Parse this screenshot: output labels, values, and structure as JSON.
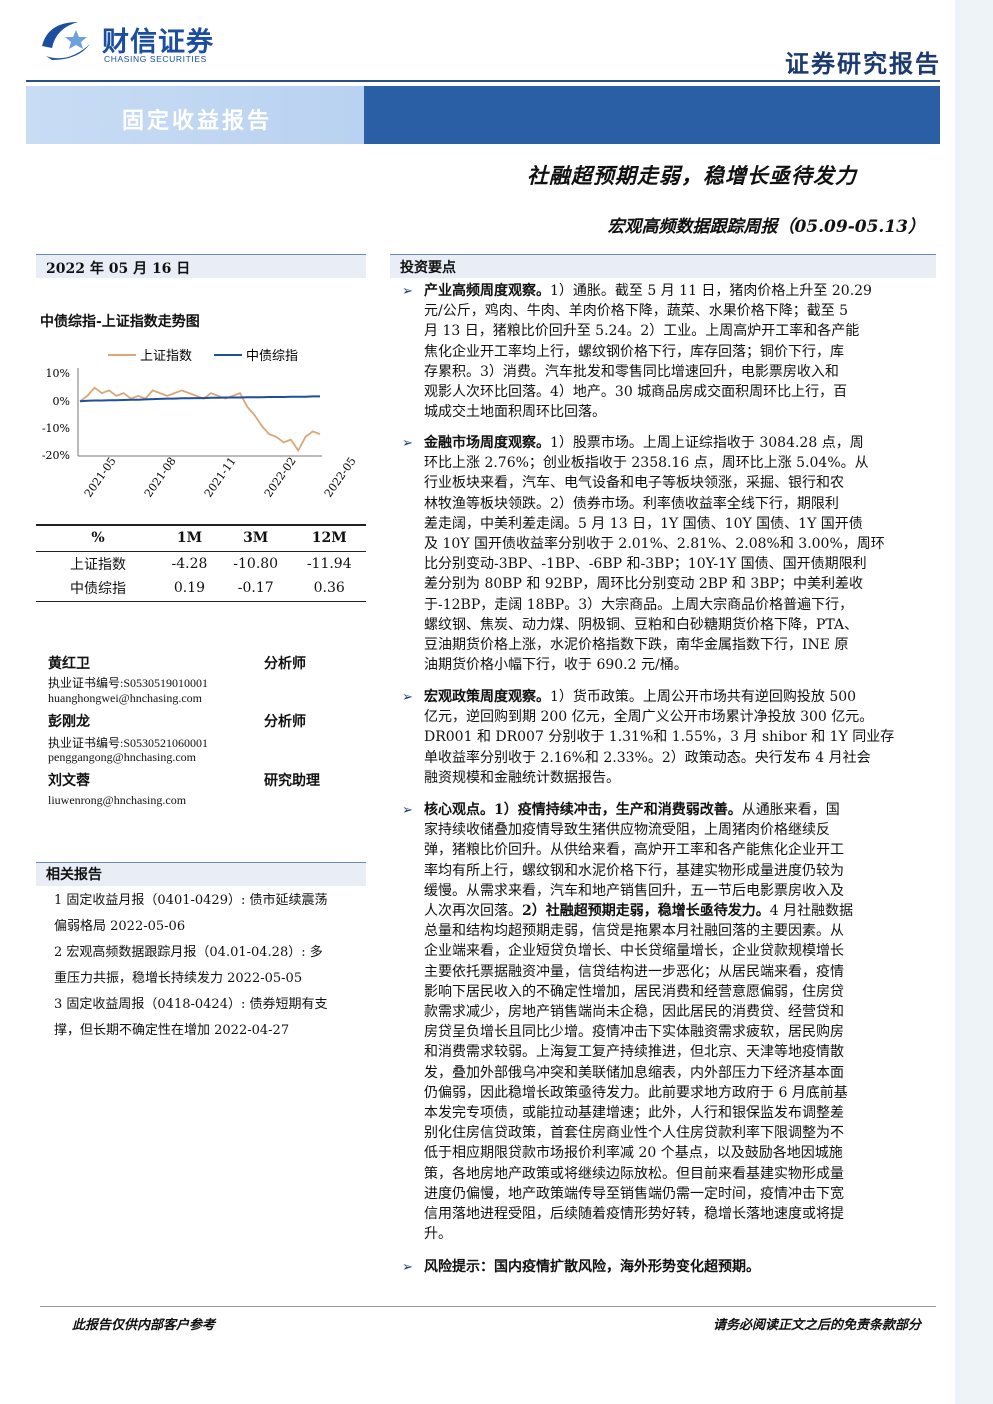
{
  "header": {
    "logo_cn": "财信证券",
    "logo_en": "CHASING SECURITIES",
    "report_type": "证券研究报告",
    "banner": "固定收益报告"
  },
  "title": "社融超预期走弱，稳增长亟待发力",
  "subtitle": "宏观高频数据跟踪周报（05.09-05.13）",
  "date": "2022 年 05 月 16 日",
  "colors": {
    "brand": "#1b4ea0",
    "banner_dark": "#2a5fa6",
    "banner_light": "#c8dcf4",
    "sse": "#d9a77a",
    "cbond": "#1f4e9c"
  },
  "chart_data": {
    "type": "line",
    "title": "中债综指-上证指数走势图",
    "x": [
      "2021-05",
      "2021-08",
      "2021-11",
      "2022-02",
      "2022-05"
    ],
    "yticks": [
      "10%",
      "0%",
      "-10%",
      "-20%"
    ],
    "ylim": [
      -20,
      10
    ],
    "series": [
      {
        "name": "上证指数",
        "values": [
          0,
          2,
          5,
          3,
          4,
          2,
          3,
          1,
          2,
          1,
          4,
          3,
          2,
          3,
          4,
          3,
          2,
          1,
          3,
          2,
          1,
          2,
          3,
          -2,
          -5,
          -9,
          -12,
          -13,
          -15,
          -14,
          -18,
          -13,
          -11,
          -12
        ]
      },
      {
        "name": "中债综指",
        "values": [
          0,
          0.2,
          0.3,
          0.3,
          0.4,
          0.4,
          0.5,
          0.6,
          0.6,
          0.7,
          0.8,
          0.9,
          1,
          1,
          1.1,
          1.1,
          1.2,
          1.2,
          1.3,
          1.3,
          1.4,
          1.4,
          1.4,
          1.5,
          1.5,
          1.5,
          1.6,
          1.6,
          1.6,
          1.7,
          1.7,
          1.7,
          1.8,
          1.8
        ]
      }
    ]
  },
  "perf_table": {
    "headers": [
      "%",
      "1M",
      "3M",
      "12M"
    ],
    "rows": [
      [
        "上证指数",
        "-4.28",
        "-10.80",
        "-11.94"
      ],
      [
        "中债综指",
        "0.19",
        "-0.17",
        "0.36"
      ]
    ]
  },
  "analysts": [
    {
      "name": "黄红卫",
      "role": "分析师",
      "cert": "执业证书编号:S0530519010001",
      "email": "huanghongwei@hnchasing.com"
    },
    {
      "name": "彭刚龙",
      "role": "分析师",
      "cert": "执业证书编号:S0530521060001",
      "email": "penggangong@hnchasing.com"
    },
    {
      "name": "刘文蓉",
      "role": "研究助理",
      "email": "liuwenrong@hnchasing.com"
    }
  ],
  "related": {
    "title": "相关报告",
    "items": [
      [
        "1 固定收益月报（0401-0429）: 债市延续震荡",
        "偏弱格局 2022-05-06"
      ],
      [
        "2 宏观高频数据跟踪月报（04.01-04.28）: 多",
        "重压力共振，稳增长持续发力 2022-05-05"
      ],
      [
        "3 固定收益周报（0418-0424）: 债券短期有支",
        "撑，但长期不确定性在增加 2022-04-27"
      ]
    ]
  },
  "investment": {
    "title": "投资要点",
    "bullet": "➢",
    "p1_head": "产业高频周度观察。",
    "p1_lines": [
      "1）通胀。截至 5 月 11 日，猪肉价格上升至 20.29",
      "元/公斤，鸡肉、牛肉、羊肉价格下降，蔬菜、水果价格下降；截至 5",
      "月 13 日，猪粮比价回升至 5.24。2）工业。上周高炉开工率和各产能",
      "焦化企业开工率均上行，螺纹钢价格下行，库存回落；铜价下行，库",
      "存累积。3）消费。汽车批发和零售同比增速回升，电影票房收入和",
      "观影人次环比回落。4）地产。30 城商品房成交面积周环比上行，百",
      "城成交土地面积周环比回落。"
    ],
    "p2_head": "金融市场周度观察。",
    "p2_lines": [
      "1）股票市场。上周上证综指收于 3084.28 点，周",
      "环比上涨 2.76%；创业板指收于 2358.16 点，周环比上涨 5.04%。从",
      "行业板块来看，汽车、电气设备和电子等板块领涨，采掘、银行和农",
      "林牧渔等板块领跌。2）债券市场。利率债收益率全线下行，期限利",
      "差走阔，中美利差走阔。5 月 13 日，1Y 国债、10Y 国债、1Y 国开债",
      "及 10Y 国开债收益率分别收于 2.01%、2.81%、2.08%和 3.00%，周环",
      "比分别变动-3BP、-1BP、-6BP 和-3BP；10Y-1Y 国债、国开债期限利",
      "差分别为 80BP 和 92BP，周环比分别变动 2BP 和 3BP；中美利差收",
      "于-12BP，走阔 18BP。3）大宗商品。上周大宗商品价格普遍下行，",
      "螺纹钢、焦炭、动力煤、阴极铜、豆粕和白砂糖期货价格下降，PTA、",
      "豆油期货价格上涨，水泥价格指数下跌，南华金属指数下行，INE 原",
      "油期货价格小幅下行，收于 690.2 元/桶。"
    ],
    "p3_head": "宏观政策周度观察。",
    "p3_lines": [
      "1）货币政策。上周公开市场共有逆回购投放 500",
      "亿元，逆回购到期 200 亿元，全周广义公开市场累计净投放 300 亿元。",
      "DR001 和 DR007 分别收于 1.31%和 1.55%，3 月 shibor 和 1Y 同业存",
      "单收益率分别收于 2.16%和 2.33%。2）政策动态。央行发布 4 月社会",
      "融资规模和金融统计数据报告。"
    ],
    "p4_head": "核心观点。1）疫情持续冲击，生产和消费弱改善。",
    "p4_line1_rest": "从通胀来看，国",
    "p4_lines_a": [
      "家持续收储叠加疫情导致生猪供应物流受阻，上周猪肉价格继续反",
      "弹，猪粮比价回升。从供给来看，高炉开工率和各产能焦化企业开工",
      "率均有所上行，螺纹钢和水泥价格下行，基建实物形成量进度仍较为",
      "缓慢。从需求来看，汽车和地产销售回升，五一节后电影票房收入及"
    ],
    "p4_mid_pre": "人次再次回落。",
    "p4_mid_bold": "2）社融超预期走弱，稳增长亟待发力。",
    "p4_mid_post": "4 月社融数据",
    "p4_lines_b": [
      "总量和结构均超预期走弱，信贷是拖累本月社融回落的主要因素。从",
      "企业端来看，企业短贷负增长、中长贷缩量增长，企业贷款规模增长",
      "主要依托票据融资冲量，信贷结构进一步恶化；从居民端来看，疫情",
      "影响下居民收入的不确定性增加，居民消费和经营意愿偏弱，住房贷",
      "款需求减少，房地产销售端尚未企稳，因此居民的消费贷、经营贷和",
      "房贷呈负增长且同比少增。疫情冲击下实体融资需求疲软，居民购房",
      "和消费需求较弱。上海复工复产持续推进，但北京、天津等地疫情散",
      "发，叠加外部俄乌冲突和美联储加息缩表，内外部压力下经济基本面",
      "仍偏弱，因此稳增长政策亟待发力。此前要求地方政府于 6 月底前基",
      "本发完专项债，或能拉动基建增速；此外，人行和银保监发布调整差",
      "别化住房信贷政策，首套住房商业性个人住房贷款利率下限调整为不",
      "低于相应期限贷款市场报价利率减 20 个基点，以及鼓励各地因城施",
      "策，各地房地产政策或将继续边际放松。但目前来看基建实物形成量",
      "进度仍偏慢，地产政策端传导至销售端仍需一定时间，疫情冲击下宽",
      "信用落地进程受阻，后续随着疫情形势好转，稳增长落地速度或将提",
      "升。"
    ],
    "p5": "风险提示：国内疫情扩散风险，海外形势变化超预期。"
  },
  "footer": {
    "left": "此报告仅供内部客户参考",
    "right": "请务必阅读正文之后的免责条款部分"
  }
}
